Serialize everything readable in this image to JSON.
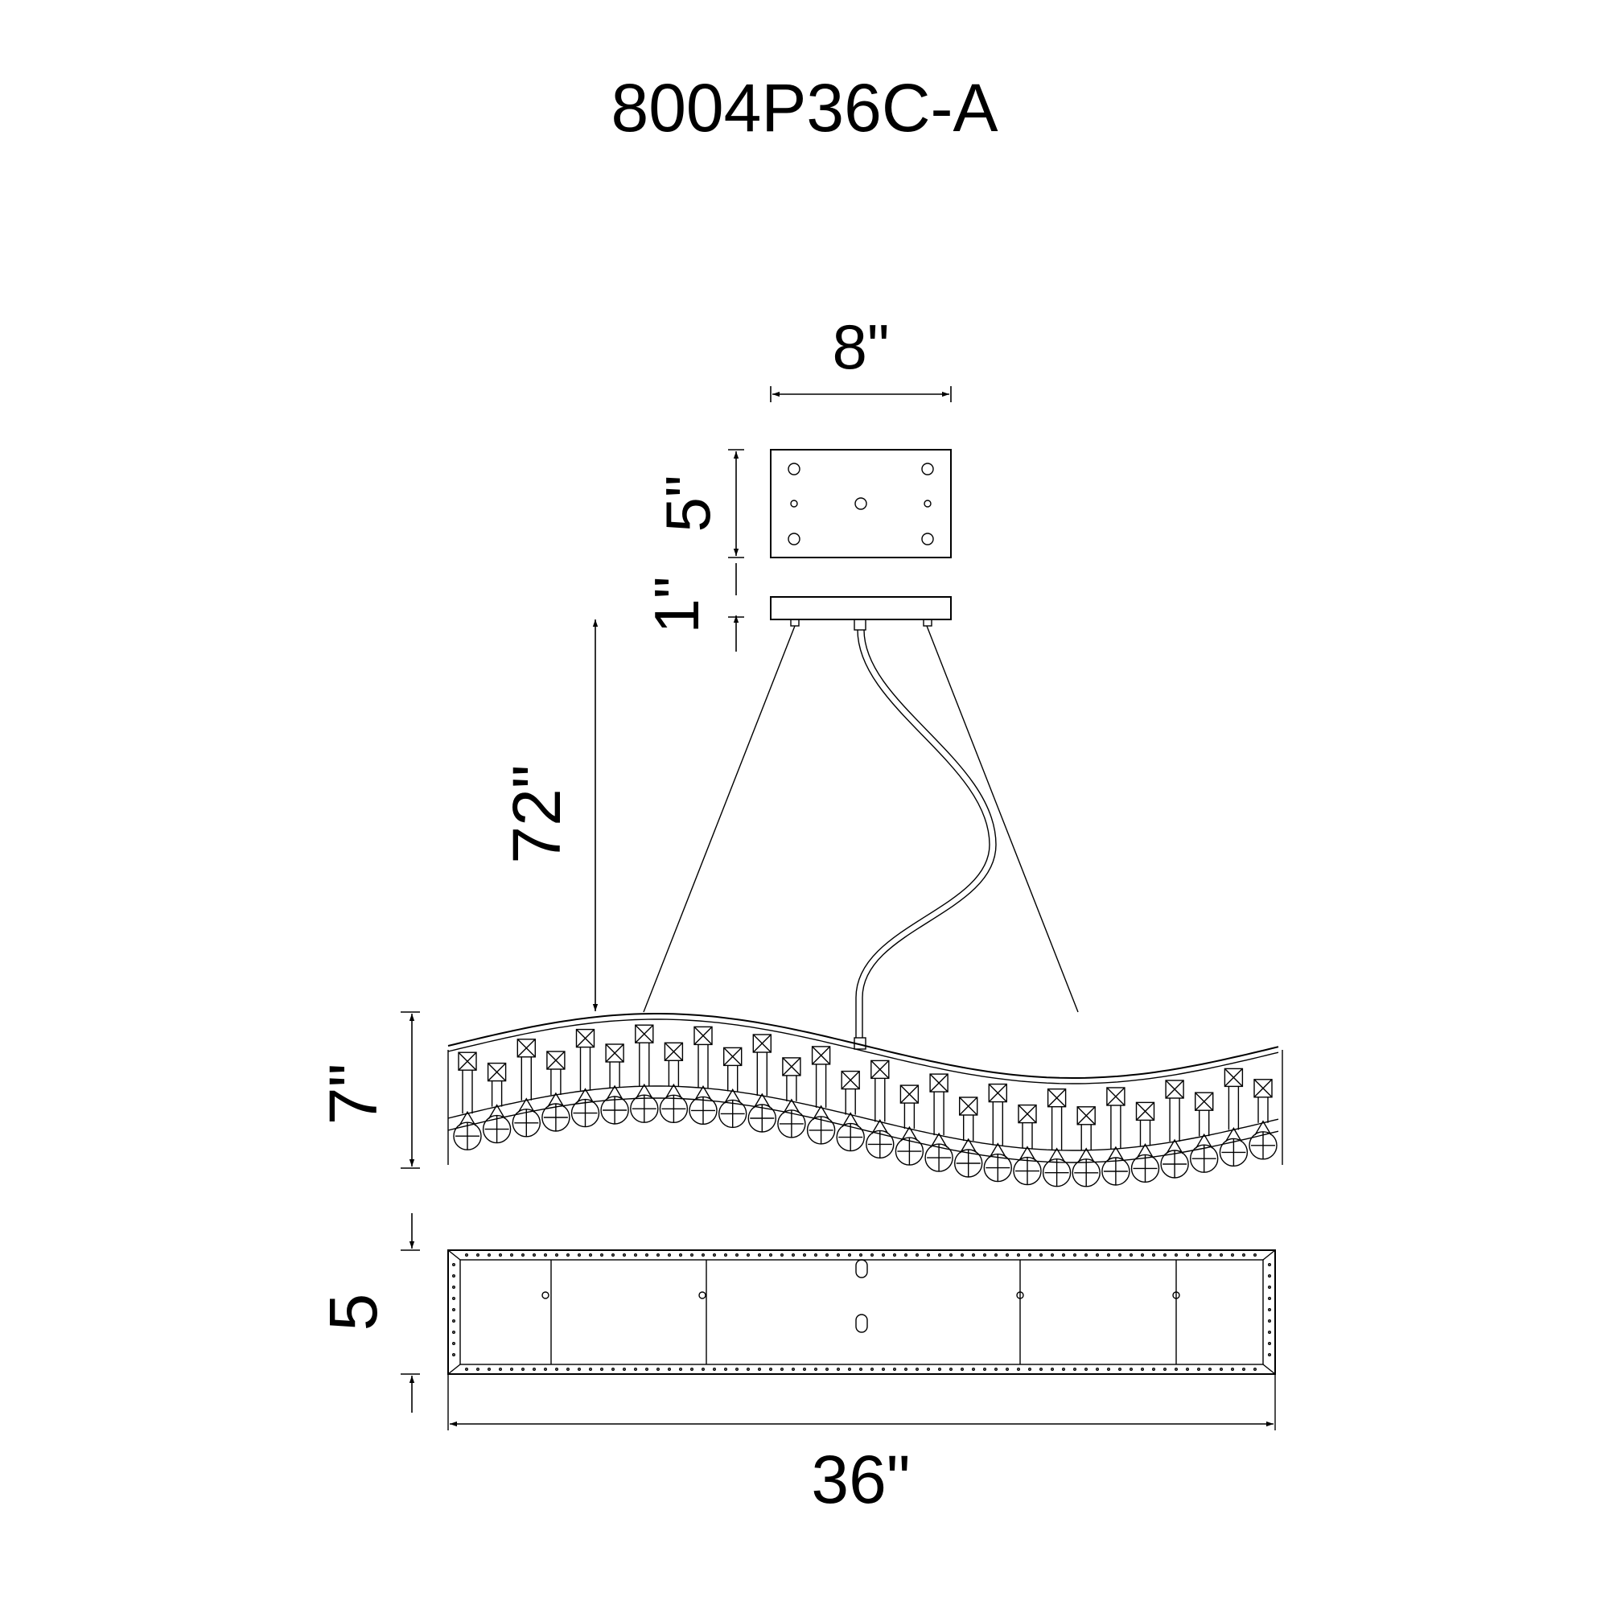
{
  "title": "8004P36C-A",
  "dimensions": {
    "canopy_width": "8\"",
    "canopy_depth": "5\"",
    "canopy_height": "1\"",
    "cable_length": "72\"",
    "fixture_height": "7\"",
    "fixture_depth": "5",
    "fixture_width": "36\""
  },
  "colors": {
    "line": "#000000",
    "background": "#ffffff"
  }
}
